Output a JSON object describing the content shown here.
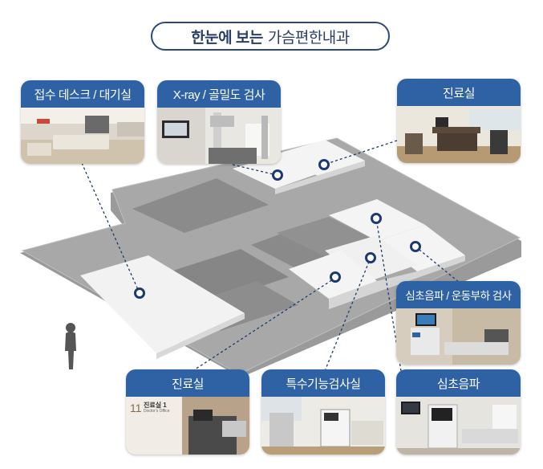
{
  "title": {
    "bold": "한눈에 보는",
    "light": "가슴편한내과"
  },
  "rooms": {
    "reception": "접수 데스크 / 대기실",
    "xray": "X-ray / 골밀도 검사",
    "exam_top": "진료실",
    "stress": "심초음파 / 운동부하 검사",
    "exam_bottom": "진료실",
    "special": "특수기능검사실",
    "echo": "심초음파"
  },
  "photo_text": {
    "door_number": "11",
    "door_sign": "진료실 1",
    "door_sub": "Doctor's Office"
  },
  "colors": {
    "accent": "#2e62a4",
    "pin": "#1d3a6e",
    "title_border": "#2b4a7a"
  }
}
